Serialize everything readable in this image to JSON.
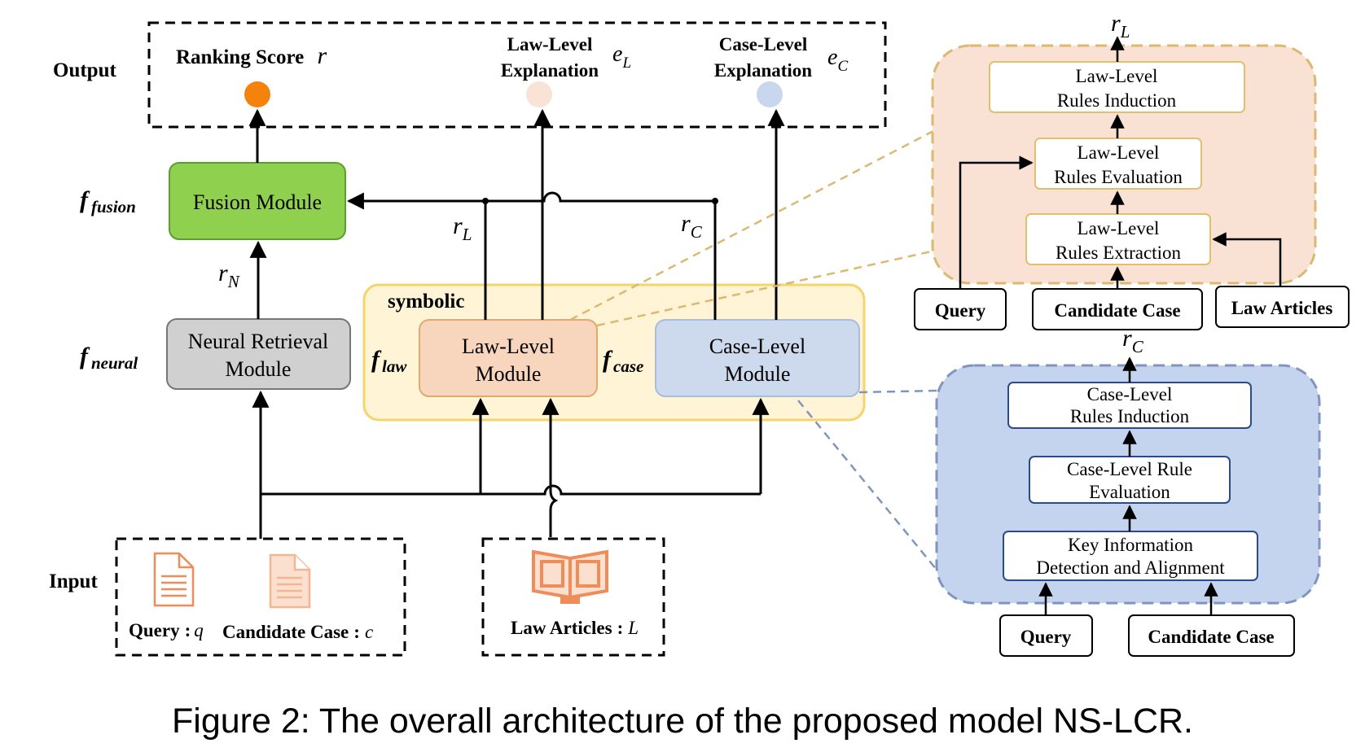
{
  "caption": "Figure 2: The overall architecture of the proposed model NS-LCR.",
  "output_block": {
    "label": "Output",
    "ranking_score": "Ranking Score",
    "ranking_symbol": "r",
    "law_explanation_line1": "Law-Level",
    "law_explanation_line2": "Explanation",
    "law_explanation_symbol": "e",
    "law_explanation_sub": "L",
    "case_explanation_line1": "Case-Level",
    "case_explanation_line2": "Explanation",
    "case_explanation_symbol": "e",
    "case_explanation_sub": "C"
  },
  "modules": {
    "fusion": "Fusion Module",
    "fusion_func": "f",
    "fusion_sub": "fusion",
    "neural_line1": "Neural Retrieval",
    "neural_line2": "Module",
    "neural_func": "f",
    "neural_sub": "neural",
    "symbolic_label": "symbolic",
    "law_line1": "Law-Level",
    "law_line2": "Module",
    "law_func": "f",
    "law_sub": "law",
    "case_line1": "Case-Level",
    "case_line2": "Module",
    "case_func": "f",
    "case_sub": "case"
  },
  "edges": {
    "r_symbol": "r",
    "rN_sub": "N",
    "rL_sub": "L",
    "rC_sub": "C"
  },
  "input_block": {
    "label": "Input",
    "query": "Query",
    "query_symbol": "q",
    "candidate": "Candidate Case",
    "candidate_symbol": "c",
    "law_articles": "Law Articles",
    "law_symbol": "L",
    "colon": ":"
  },
  "law_panel": {
    "output_symbol": "r",
    "output_sub": "L",
    "induction_line1": "Law-Level",
    "induction_line2": "Rules Induction",
    "evaluation_line1": "Law-Level",
    "evaluation_line2": "Rules Evaluation",
    "extraction_line1": "Law-Level",
    "extraction_line2": "Rules Extraction",
    "query": "Query",
    "candidate": "Candidate Case",
    "law_articles": "Law Articles"
  },
  "case_panel": {
    "output_symbol": "r",
    "output_sub": "C",
    "induction_line1": "Case-Level",
    "induction_line2": "Rules Induction",
    "evaluation_line1": "Case-Level Rule",
    "evaluation_line2": "Evaluation",
    "detection_line1": "Key Information",
    "detection_line2": "Detection and Alignment",
    "query": "Query",
    "candidate": "Candidate Case"
  },
  "colors": {
    "ranking_dot": "#f5820d",
    "law_dot": "#f9e2d6",
    "case_dot": "#c9d7ee",
    "fusion_fill": "#8fd14f",
    "neural_fill": "#d0d0d0",
    "symbolic_fill": "#fff4d6",
    "symbolic_border": "#f5d46b",
    "law_module_fill": "#f8d6bd",
    "case_module_fill": "#cdd9ec",
    "law_panel_fill": "#f9e1d3",
    "law_panel_border": "#dcb873",
    "case_panel_fill": "#c5d4ee",
    "case_panel_border": "#7f95c0",
    "doc_icon": "#ef8d5a"
  }
}
